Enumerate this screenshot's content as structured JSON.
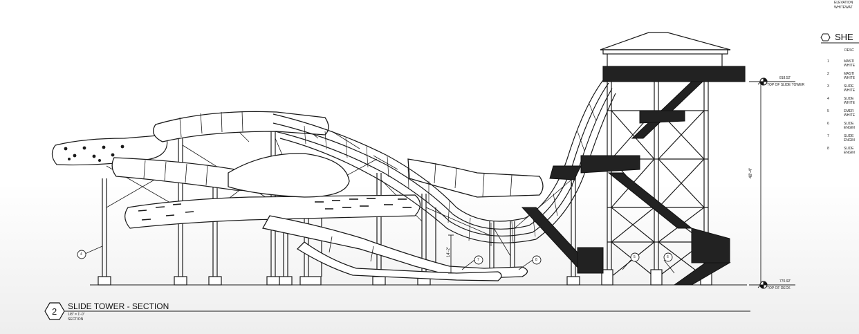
{
  "header": {
    "elevation_line1": "ELEVATION",
    "elevation_line2": "WHITEWAT"
  },
  "sheet_notes": {
    "title": "SHE",
    "column_header": "DESC",
    "items": [
      {
        "num": "1",
        "line1": "MASTI",
        "line2": "WHITE"
      },
      {
        "num": "2",
        "line1": "MASTI",
        "line2": "WHITE"
      },
      {
        "num": "3",
        "line1": "SLIDE",
        "line2": "WHITE"
      },
      {
        "num": "4",
        "line1": "SLIDE",
        "line2": "WHITE"
      },
      {
        "num": "5",
        "line1": "EMER",
        "line2": "WHITE"
      },
      {
        "num": "6",
        "line1": "SLIDE",
        "line2": "ENGIN"
      },
      {
        "num": "7",
        "line1": "SLIDE",
        "line2": "ENGIN"
      },
      {
        "num": "8",
        "line1": "SLIDE",
        "line2": "ENGIN"
      }
    ]
  },
  "elevations": {
    "top_value": "818.52'",
    "top_label": "TOP OF SLIDE TOWER",
    "bottom_value": "770.92'",
    "bottom_label": "TOP OF DECK",
    "tower_height": "48'-4\"",
    "mid_dimension": "14'-2\""
  },
  "callouts": [
    "4",
    "7",
    "8",
    "5",
    "6"
  ],
  "section_title": {
    "number": "2",
    "title": "SLIDE TOWER - SECTION",
    "scale": "1/8\" = 1'-0\"",
    "type": "SECTION"
  },
  "colors": {
    "line": "#1a1a1a",
    "fill": "#ffffff",
    "dark": "#222222"
  }
}
